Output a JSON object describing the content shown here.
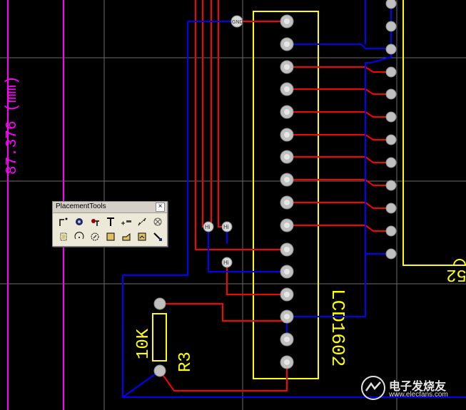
{
  "board": {
    "dimension_label": "87.376 (mm)",
    "component_label": "LCD1602",
    "resistor_designator": "R3",
    "resistor_value": "10K",
    "partial_designator": "52",
    "pad_net_label": "GND",
    "pin_labels": [
      "Hi",
      "Hi",
      "Hi"
    ],
    "colors": {
      "background": "#000000",
      "grid": "#6b6b6b",
      "dimension": "#ff00ff",
      "top_layer_track": "#ff0000",
      "bottom_layer_track": "#0000ff",
      "silkscreen": "#ffff00",
      "pad": "#c0c0c0"
    }
  },
  "toolbar": {
    "title": "PlacementTools",
    "close_label": "×",
    "row1_icons": [
      "place-track-icon",
      "place-via-icon",
      "place-pad-icon",
      "place-text-icon",
      "place-coordinate-icon",
      "place-dimension-icon",
      "place-fill-region-icon"
    ],
    "row2_icons": [
      "place-component-icon",
      "arc-center-icon",
      "arc-edge-icon",
      "place-fill-icon",
      "place-polygon-icon",
      "place-room-icon",
      "place-probe-icon"
    ]
  },
  "watermark": {
    "title": "电子发烧友",
    "url": "www.elecfans.com"
  }
}
